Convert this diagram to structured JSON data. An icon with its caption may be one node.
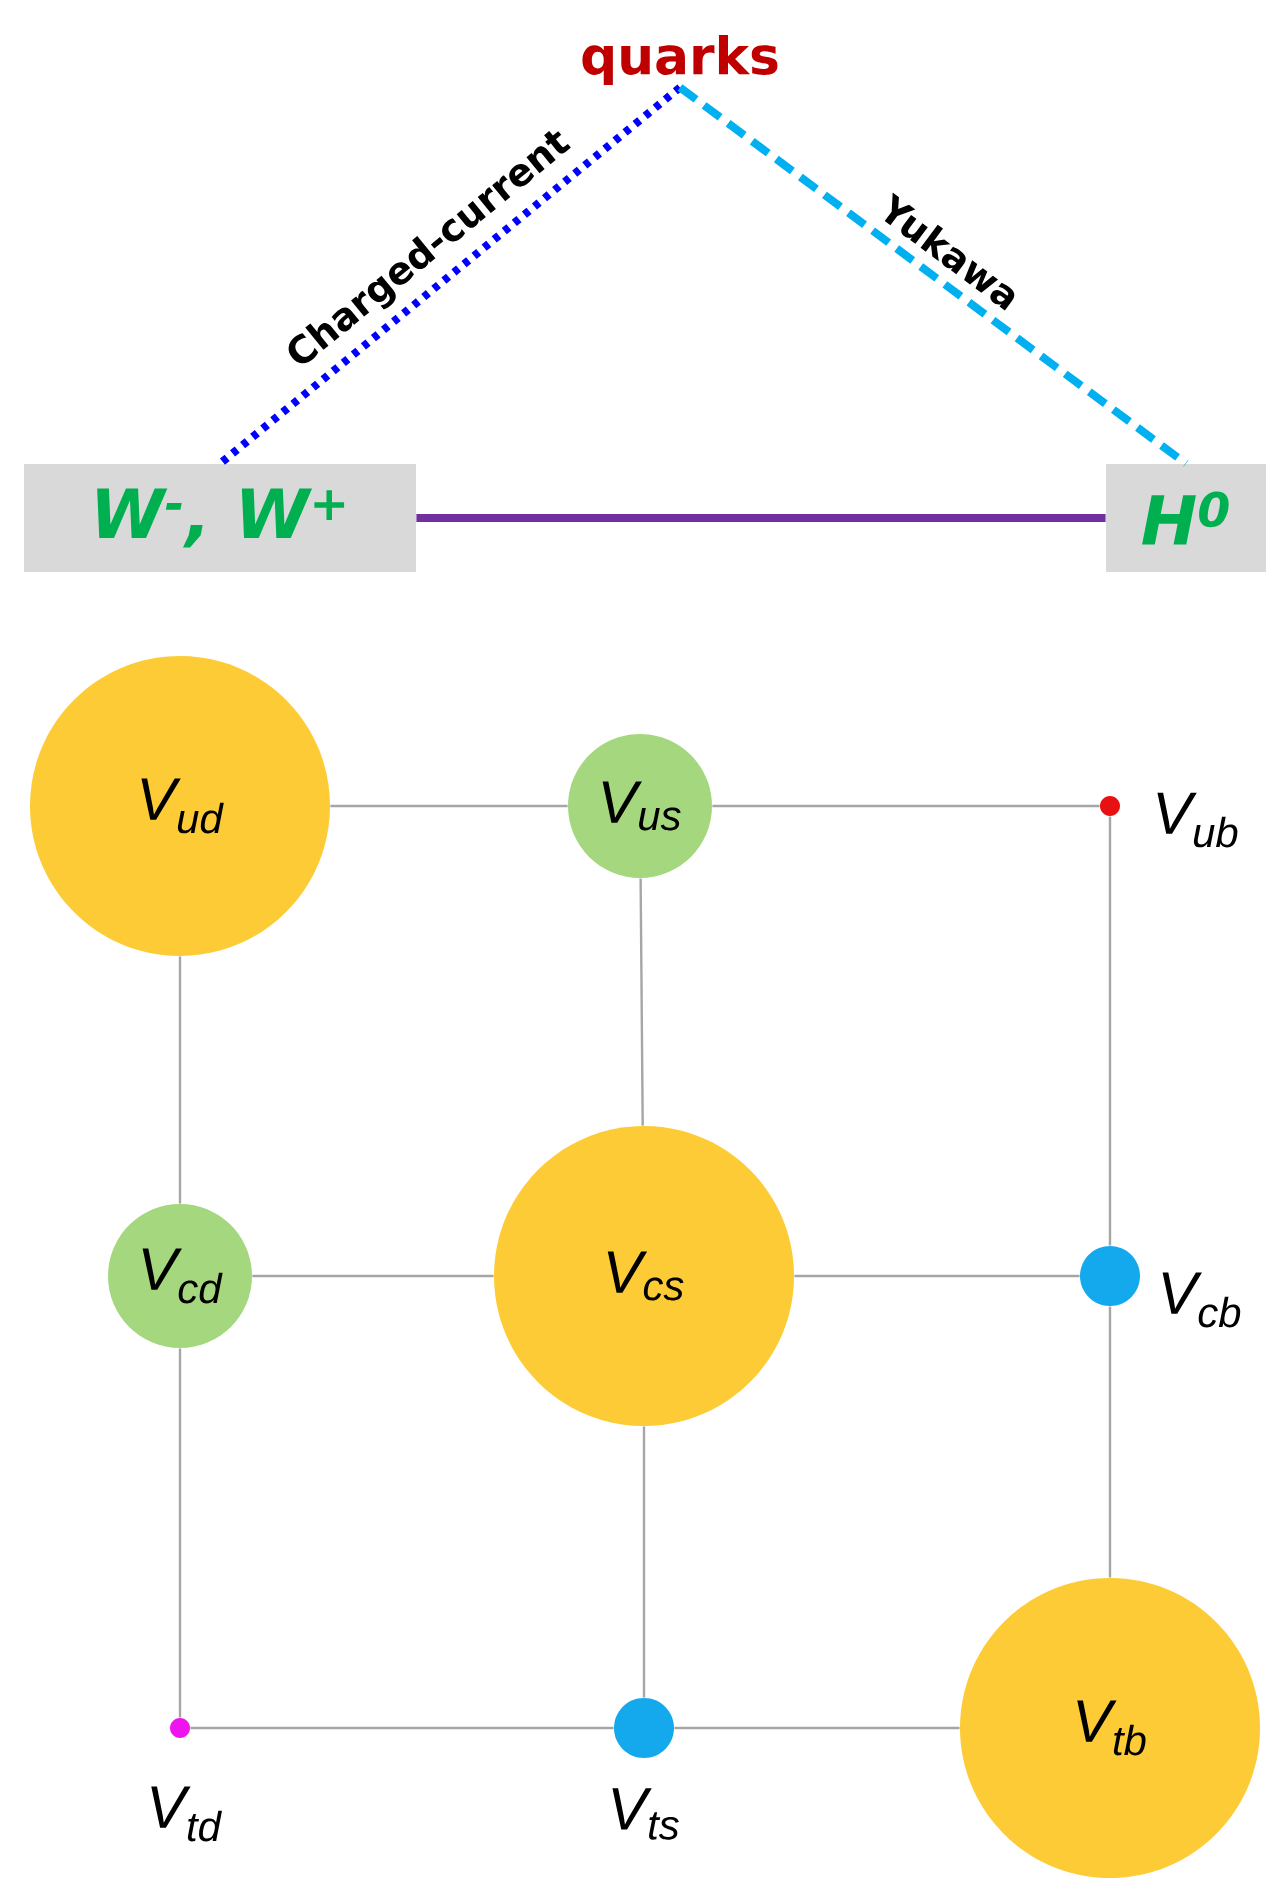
{
  "diagram": {
    "nodes": [
      {
        "text": [
          "quarks"
        ]
      },
      {
        "text": [
          "W$^{-}$, W$^{+}$"
        ]
      },
      {
        "text": [
          "H$^{0}$"
        ]
      },
      {
        "text": [
          "V$_{ud}$"
        ]
      },
      {
        "text": [
          "V$_{us}$"
        ]
      },
      {
        "text": [],
        "shape": "circle",
        "beside": [
          "V$_{ub}$"
        ]
      },
      {
        "text": [
          "V$_{cd}$"
        ]
      },
      {
        "text": [
          "V$_{cs}$"
        ]
      },
      {
        "text": [],
        "shape": "circle",
        "beside": [
          "V$_{cb}$"
        ]
      },
      {
        "text": [],
        "shape": "circle",
        "beside": [
          "V$_{td}$"
        ]
      },
      {
        "text": [],
        "shape": "circle",
        "beside": [
          "V$_{ts}$"
        ]
      },
      {
        "text": [
          "V$_{tb}$"
        ]
      }
    ],
    "edges": [
      {
        "from": 0,
        "to": 1,
        "arrow": "none",
        "label": "Charged-current",
        "style": "dashed",
        "color": "#0000ff"
      },
      {
        "from": 0,
        "to": 2,
        "arrow": "none",
        "label": "Yukawa",
        "style": "dashed",
        "color": "#00b0f0"
      },
      {
        "from": 1,
        "to": 2,
        "arrow": "none",
        "style": "thick",
        "color": "#7030a0"
      },
      {
        "from": 3,
        "to": 4,
        "arrow": "none"
      },
      {
        "from": 4,
        "to": 5,
        "arrow": "none"
      },
      {
        "from": 6,
        "to": 7,
        "arrow": "none"
      },
      {
        "from": 7,
        "to": 8,
        "arrow": "none"
      },
      {
        "from": 9,
        "to": 10,
        "arrow": "none"
      },
      {
        "from": 10,
        "to": 11,
        "arrow": "none"
      },
      {
        "from": 3,
        "to": 6,
        "arrow": "none"
      },
      {
        "from": 6,
        "to": 9,
        "arrow": "none"
      },
      {
        "from": 4,
        "to": 7,
        "arrow": "none"
      },
      {
        "from": 7,
        "to": 10,
        "arrow": "none"
      },
      {
        "from": 5,
        "to": 8,
        "arrow": "none"
      },
      {
        "from": 8,
        "to": 11,
        "arrow": "none"
      }
    ]
  }
}
